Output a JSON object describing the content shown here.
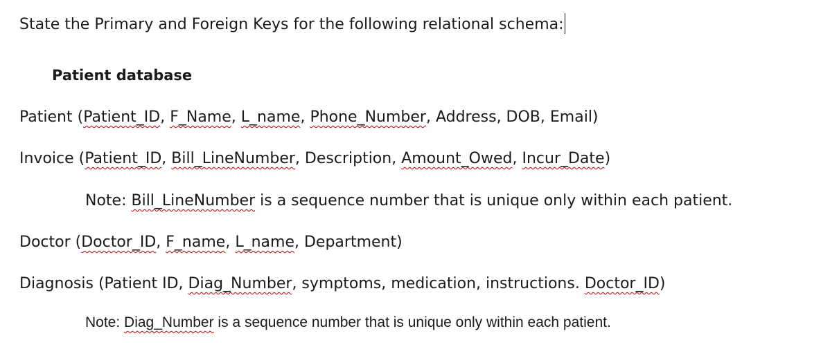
{
  "question": "State the Primary and Foreign Keys for the following relational schema:",
  "heading": "Patient database",
  "patient": {
    "name": "Patient",
    "open": " (",
    "f1": "Patient_ID",
    "s1": ", ",
    "f2": "F_Name",
    "s2": ", ",
    "f3": "L_name",
    "s3": ", ",
    "f4": "Phone_Number",
    "rest": ", Address, DOB, Email)"
  },
  "invoice": {
    "name": "Invoice",
    "open": " (",
    "f1": "Patient_ID",
    "s1": ", ",
    "f2": "Bill_LineNumber",
    "s2": ", Description, ",
    "f3": "Amount_Owed",
    "s3": ", ",
    "f4": "Incur_Date",
    "close": ")"
  },
  "note1": {
    "pre": "Note: ",
    "term": "Bill_LineNumber",
    "post": " is a sequence number that is unique only within each patient."
  },
  "doctor": {
    "name": "Doctor",
    "open": " (",
    "f1": "Doctor_ID",
    "s1": ", ",
    "f2": "F_name",
    "s2": ", ",
    "f3": "L_name",
    "rest": ", Department)"
  },
  "diagnosis": {
    "name": "Diagnosis",
    "pre": " (Patient ID, ",
    "f1": "Diag_Number",
    "mid": ", symptoms, medication, instructions. ",
    "f2": "Doctor_ID",
    "close": ")"
  },
  "note2": {
    "pre": "Note: ",
    "term": "Diag_Number",
    "post": " is a sequence number that is unique only within each patient."
  }
}
